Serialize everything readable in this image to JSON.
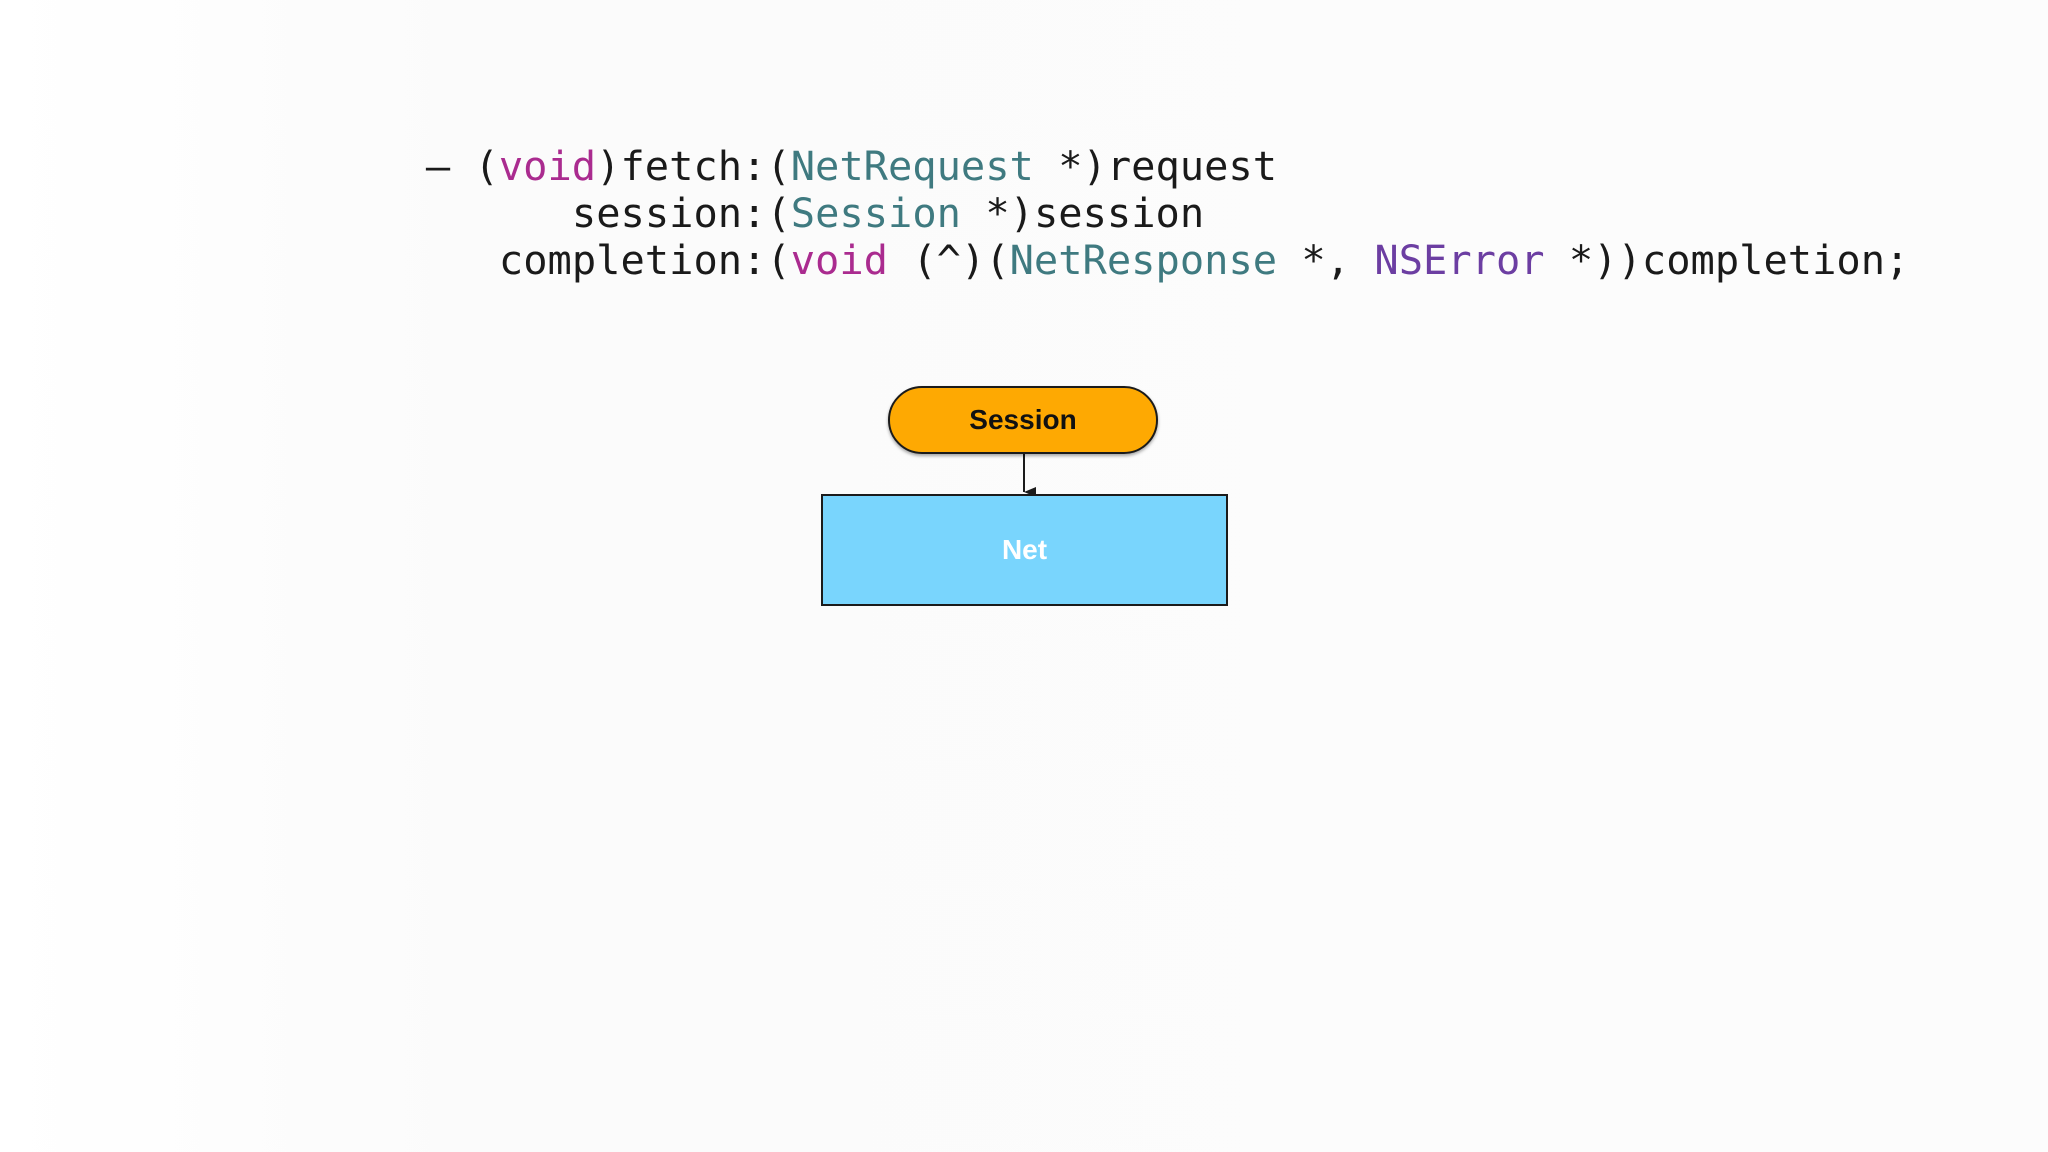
{
  "code": {
    "line1": [
      {
        "text": "– (",
        "kind": "plain"
      },
      {
        "text": "void",
        "kind": "keyword"
      },
      {
        "text": ")fetch:(",
        "kind": "plain"
      },
      {
        "text": "NetRequest",
        "kind": "type"
      },
      {
        "text": " *)request",
        "kind": "plain"
      }
    ],
    "line2": [
      {
        "text": "session:(",
        "kind": "plain"
      },
      {
        "text": "Session",
        "kind": "type"
      },
      {
        "text": " *)session",
        "kind": "plain"
      }
    ],
    "line3": [
      {
        "text": "completion:(",
        "kind": "plain"
      },
      {
        "text": "void",
        "kind": "keyword"
      },
      {
        "text": " (^)(",
        "kind": "plain"
      },
      {
        "text": "NetResponse",
        "kind": "type"
      },
      {
        "text": " *, ",
        "kind": "plain"
      },
      {
        "text": "NSError",
        "kind": "framework-type"
      },
      {
        "text": " *))completion;",
        "kind": "plain"
      }
    ],
    "colors": {
      "plain": "#1a1a1a",
      "keyword": "#aa2b8f",
      "type": "#3f7a80",
      "framework-type": "#6c3ea2"
    }
  },
  "diagram": {
    "nodes": {
      "session": {
        "label": "Session",
        "shape": "rounded-pill",
        "fill": "#fea902"
      },
      "net": {
        "label": "Net",
        "shape": "rectangle",
        "fill": "#79d5fd"
      }
    },
    "edges": [
      {
        "from": "session",
        "to": "net",
        "style": "arrow"
      }
    ]
  }
}
